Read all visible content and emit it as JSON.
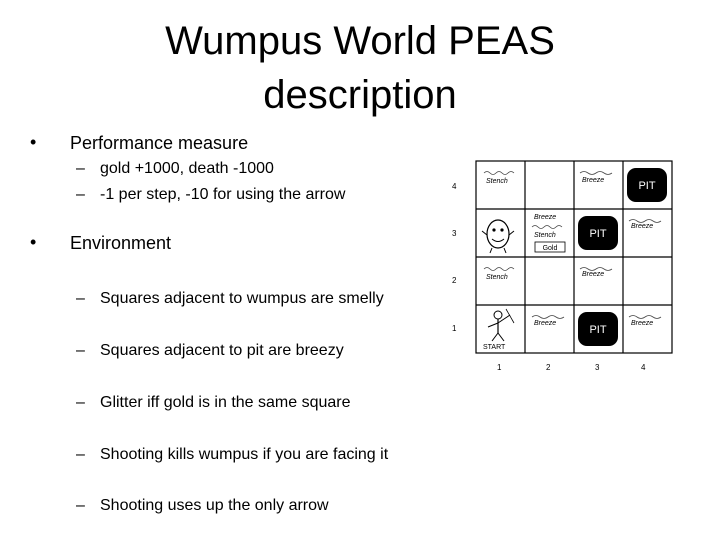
{
  "slide": {
    "title_line1": "Wumpus World PEAS",
    "title_line2": "description",
    "bullet_glyph": "•",
    "dash_glyph": "–"
  },
  "performance": {
    "label": "Performance measure",
    "items": [
      "gold +1000, death -1000",
      "-1 per step, -10 for using the arrow"
    ]
  },
  "environment": {
    "label": "Environment",
    "items": [
      "Squares adjacent to wumpus are smelly",
      "Squares adjacent to pit are breezy",
      "Glitter iff gold is in the same square",
      "Shooting kills wumpus if you are facing it",
      "Shooting uses up the only arrow"
    ]
  },
  "grid": {
    "row_labels": [
      "4",
      "3",
      "2",
      "1"
    ],
    "col_labels": [
      "1",
      "2",
      "3",
      "4"
    ],
    "pit_label": "PIT",
    "stench_label": "Stench",
    "breeze_label": "Breeze",
    "gold_label": "Gold",
    "start_label": "START",
    "pit_color": "#000000",
    "icons": [
      "wumpus-icon",
      "gold-icon",
      "agent-icon"
    ]
  }
}
